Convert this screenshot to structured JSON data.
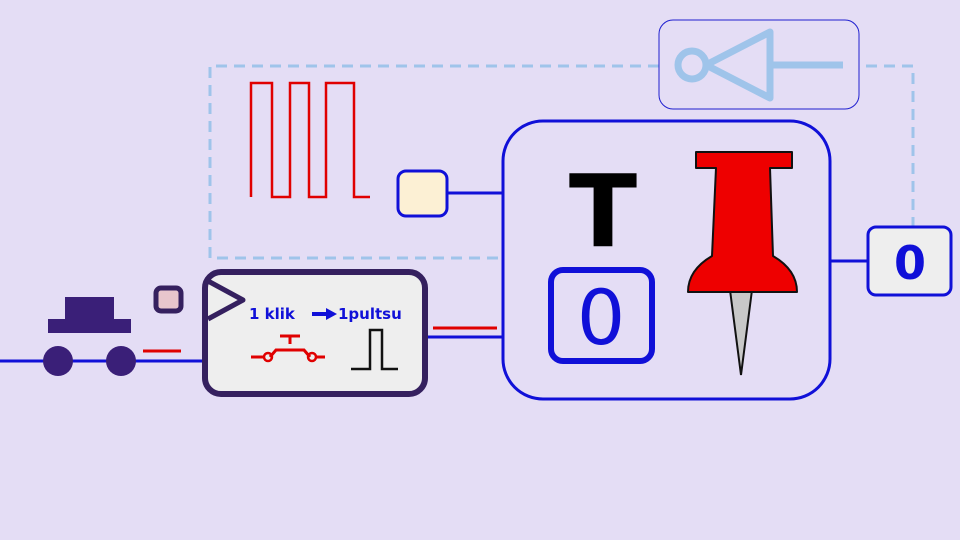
{
  "colors": {
    "background": "#e4ddf5",
    "wire": "#1010d8",
    "feedback_wire": "#9fc4ea",
    "active_signal": "#e00000",
    "button_purple": "#3a1f78",
    "block_border": "#35205f",
    "block_fill": "#eeeeee",
    "pin_red": "#ee0000"
  },
  "pulse_block": {
    "label_left": "1 klik",
    "label_right": "1pultsu",
    "arrow_icon": "right-arrow-icon",
    "button_icon": "pushbutton-icon",
    "pulse_icon": "single-pulse-icon"
  },
  "toggle_block": {
    "type_letter": "T",
    "state_value": "0",
    "pin_icon": "pushpin-icon"
  },
  "output_display": {
    "value": "0"
  },
  "clock_icon": "square-wave-icon",
  "inverter_icon": "not-gate-icon",
  "push_button_icon": "push-button-icon"
}
